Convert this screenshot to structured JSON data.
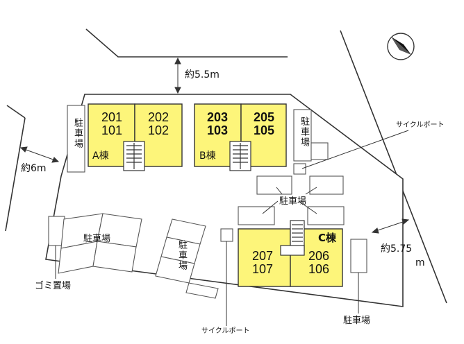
{
  "distances": {
    "top": "約5.5m",
    "left": "約6m",
    "right_line1": "約5.75",
    "right_line2": "m"
  },
  "buildings": {
    "a": {
      "label": "A棟",
      "units": [
        {
          "upper": "201",
          "lower": "101"
        },
        {
          "upper": "202",
          "lower": "102"
        }
      ]
    },
    "b": {
      "label": "B棟",
      "units": [
        {
          "upper": "203",
          "lower": "103"
        },
        {
          "upper": "205",
          "lower": "105"
        }
      ]
    },
    "c": {
      "label": "C棟",
      "units": [
        {
          "upper": "207",
          "lower": "107"
        },
        {
          "upper": "206",
          "lower": "106"
        }
      ]
    }
  },
  "labels": {
    "parking": "駐車場",
    "cycle_port": "サイクルポート",
    "garbage": "ゴミ置場"
  },
  "colors": {
    "building_fill": "#fdf57a",
    "line": "#333333"
  }
}
